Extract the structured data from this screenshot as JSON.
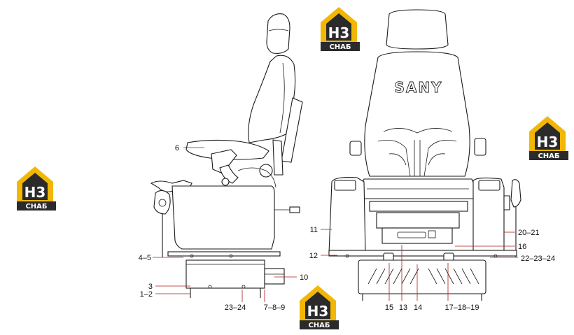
{
  "watermark": {
    "logo_text": "H3",
    "caption": "СНАБ",
    "accent_color": "#f2b705",
    "dark_color": "#2b2b2b"
  },
  "brand_on_seat": "SANY",
  "leader_color": "#b01818",
  "callouts": {
    "c6": "6",
    "c4_5": "4–5",
    "c3": "3",
    "c1_2": "1–2",
    "c23_24": "23–24",
    "c7_8_9": "7–8–9",
    "c10": "10",
    "c11": "11",
    "c12": "12",
    "c15": "15",
    "c13": "13",
    "c14": "14",
    "c16": "16",
    "c17_18_19": "17–18–19",
    "c20_21": "20–21",
    "c22_23_24": "22–23–24"
  }
}
